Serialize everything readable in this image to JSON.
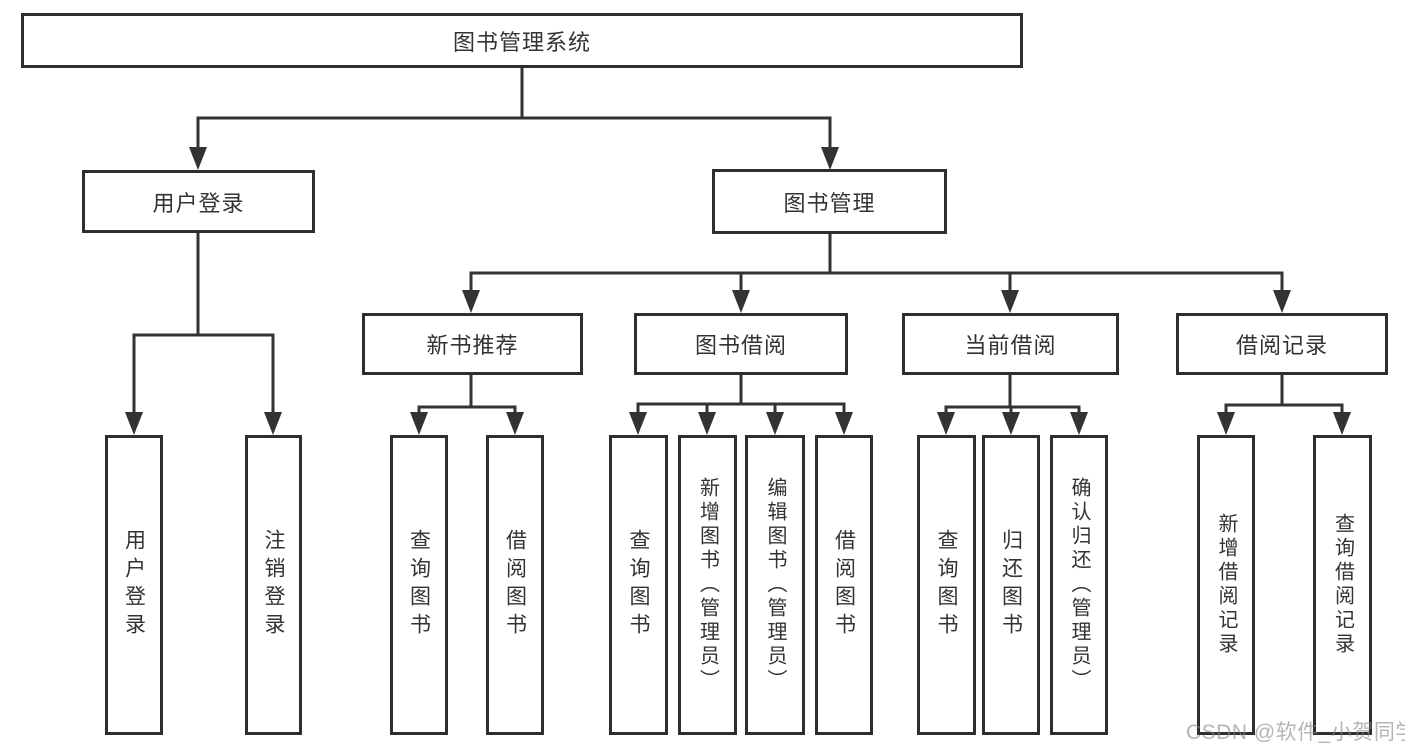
{
  "tree": {
    "root": {
      "label": "图书管理系统"
    },
    "branches": [
      {
        "label": "用户登录",
        "children": [
          {
            "label": "用户登录"
          },
          {
            "label": "注销登录"
          }
        ]
      },
      {
        "label": "图书管理",
        "children": [
          {
            "label": "新书推荐",
            "children": [
              {
                "label": "查询图书"
              },
              {
                "label": "借阅图书"
              }
            ]
          },
          {
            "label": "图书借阅",
            "children": [
              {
                "label": "查询图书"
              },
              {
                "label": "新增图书（管理员）"
              },
              {
                "label": "编辑图书（管理员）"
              },
              {
                "label": "借阅图书"
              }
            ]
          },
          {
            "label": "当前借阅",
            "children": [
              {
                "label": "查询图书"
              },
              {
                "label": "归还图书"
              },
              {
                "label": "确认归还（管理员）"
              }
            ]
          },
          {
            "label": "借阅记录",
            "children": [
              {
                "label": "新增借阅记录"
              },
              {
                "label": "查询借阅记录"
              }
            ]
          }
        ]
      }
    ]
  },
  "watermark": {
    "text": "CSDN @软件_小贺同学"
  },
  "colors": {
    "line": "#333333",
    "box_border": "#2e2e2e",
    "text": "#333333",
    "background": "#ffffff",
    "watermark_gray": "#878787"
  }
}
